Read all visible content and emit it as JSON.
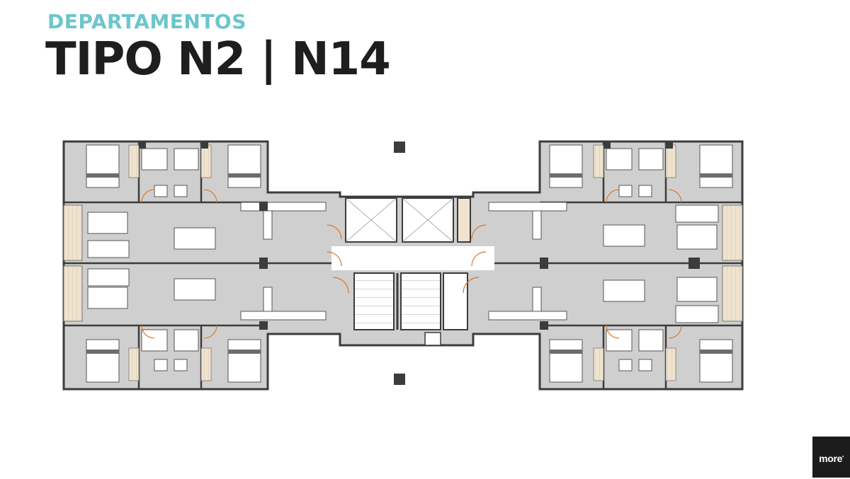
{
  "header": {
    "subtitle": "DEPARTAMENTOS",
    "title": "TIPO N2 | N14"
  },
  "brand": {
    "logo_text": "more"
  },
  "colors": {
    "accent": "#6cc6cc",
    "title": "#1e1e1e",
    "wall": "#3c3c3c",
    "floor": "#cfcfcf",
    "door": "#d97a2b"
  }
}
